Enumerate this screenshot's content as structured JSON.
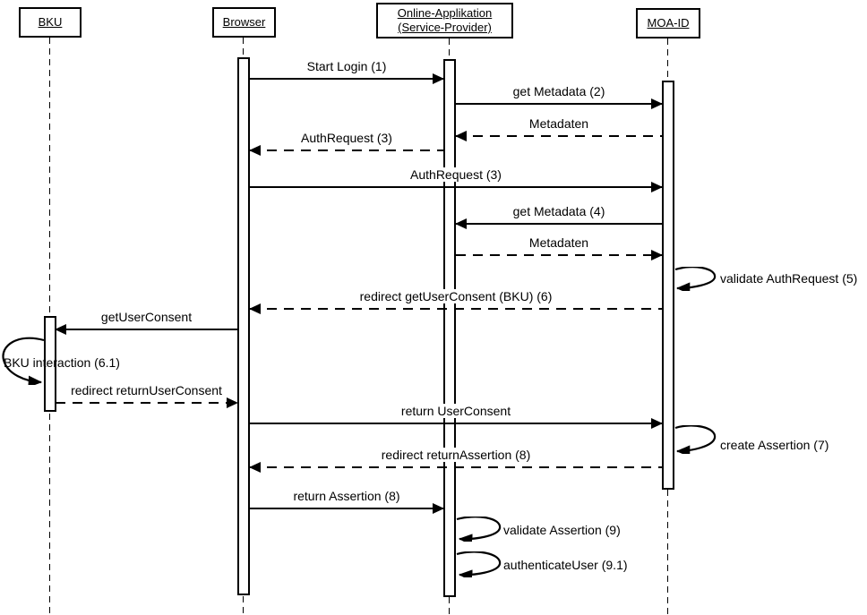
{
  "diagram_type": "uml-sequence-diagram",
  "colors": {
    "line": "#000000",
    "background": "#ffffff",
    "text": "#000000"
  },
  "actors": [
    {
      "label": "BKU"
    },
    {
      "label": "Browser"
    },
    {
      "label": "Online-Applikation (Service-Provider)"
    },
    {
      "label": "MOA-ID"
    }
  ],
  "messages": [
    {
      "label": "Start Login (1)",
      "kind": "call",
      "from": "Browser",
      "to": "Online-Applikation"
    },
    {
      "label": "get Metadata (2)",
      "kind": "call",
      "from": "Online-Applikation",
      "to": "MOA-ID"
    },
    {
      "label": "Metadaten",
      "kind": "return",
      "from": "MOA-ID",
      "to": "Online-Applikation"
    },
    {
      "label": "AuthRequest (3)",
      "kind": "return",
      "from": "Online-Applikation",
      "to": "Browser"
    },
    {
      "label": "AuthRequest (3)",
      "kind": "call",
      "from": "Browser",
      "to": "MOA-ID"
    },
    {
      "label": "get Metadata (4)",
      "kind": "call",
      "from": "MOA-ID",
      "to": "Online-Applikation"
    },
    {
      "label": "Metadaten",
      "kind": "return",
      "from": "Online-Applikation",
      "to": "MOA-ID"
    },
    {
      "label": "validate AuthRequest (5)",
      "kind": "self",
      "from": "MOA-ID",
      "to": "MOA-ID"
    },
    {
      "label": "redirect getUserConsent (BKU) (6)",
      "kind": "return",
      "from": "MOA-ID",
      "to": "Browser"
    },
    {
      "label": "getUserConsent",
      "kind": "call",
      "from": "Browser",
      "to": "BKU"
    },
    {
      "label": "BKU interaction (6.1)",
      "kind": "self",
      "from": "BKU",
      "to": "BKU"
    },
    {
      "label": "redirect returnUserConsent",
      "kind": "return",
      "from": "BKU",
      "to": "Browser"
    },
    {
      "label": "return UserConsent",
      "kind": "call",
      "from": "Browser",
      "to": "MOA-ID"
    },
    {
      "label": "create Assertion (7)",
      "kind": "self",
      "from": "MOA-ID",
      "to": "MOA-ID"
    },
    {
      "label": "redirect returnAssertion (8)",
      "kind": "return",
      "from": "MOA-ID",
      "to": "Browser"
    },
    {
      "label": "return Assertion (8)",
      "kind": "call",
      "from": "Browser",
      "to": "Online-Applikation"
    },
    {
      "label": "validate Assertion (9)",
      "kind": "self",
      "from": "Online-Applikation",
      "to": "Online-Applikation"
    },
    {
      "label": "authenticateUser (9.1)",
      "kind": "self",
      "from": "Online-Applikation",
      "to": "Online-Applikation"
    }
  ]
}
